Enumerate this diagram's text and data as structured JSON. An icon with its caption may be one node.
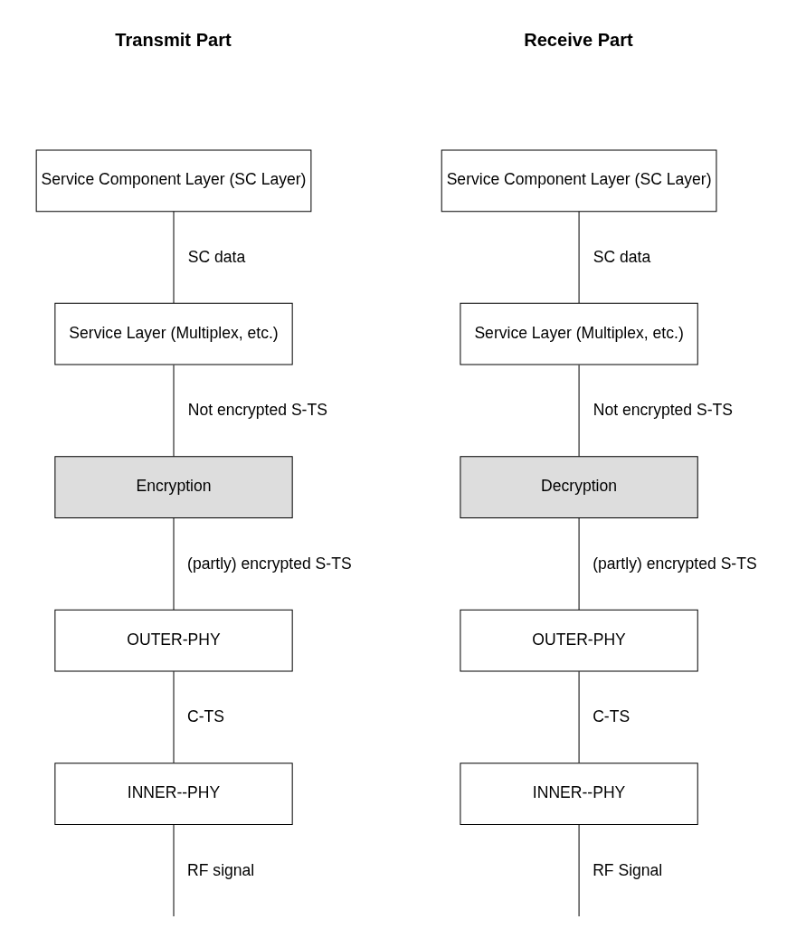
{
  "diagram": {
    "nodes": [
      {
        "text": [
          "Service Component Layer (SC Layer)"
        ]
      },
      {
        "text": [
          "Service Layer (Multiplex, etc.)"
        ]
      },
      {
        "text": [
          "Encryption"
        ]
      },
      {
        "text": [
          "OUTER-PHY"
        ]
      },
      {
        "text": [
          "INNER--PHY"
        ]
      },
      {
        "text": [
          "Service Component Layer (SC Layer)"
        ]
      },
      {
        "text": [
          "Service Layer (Multiplex, etc.)"
        ]
      },
      {
        "text": [
          "Decryption"
        ]
      },
      {
        "text": [
          "OUTER-PHY"
        ]
      },
      {
        "text": [
          "INNER--PHY"
        ]
      }
    ],
    "edges": [
      {
        "from": 0,
        "to": 1,
        "arrow": "none",
        "label": "SC data"
      },
      {
        "from": 1,
        "to": 2,
        "arrow": "none",
        "label": "Not encrypted S-TS"
      },
      {
        "from": 2,
        "to": 3,
        "arrow": "none",
        "label": "(partly) encrypted S-TS"
      },
      {
        "from": 3,
        "to": 4,
        "arrow": "none",
        "label": "C-TS"
      },
      {
        "from": 4,
        "to": null,
        "arrow": "none",
        "label": "RF signal"
      },
      {
        "from": 5,
        "to": 6,
        "arrow": "none",
        "label": "SC data"
      },
      {
        "from": 6,
        "to": 7,
        "arrow": "none",
        "label": "Not encrypted S-TS"
      },
      {
        "from": 7,
        "to": 8,
        "arrow": "none",
        "label": "(partly) encrypted S-TS"
      },
      {
        "from": 8,
        "to": 9,
        "arrow": "none",
        "label": "C-TS"
      },
      {
        "from": 9,
        "to": null,
        "arrow": "none",
        "label": "RF Signal"
      }
    ],
    "labels": [
      "Transmit Part",
      "Receive Part"
    ]
  }
}
